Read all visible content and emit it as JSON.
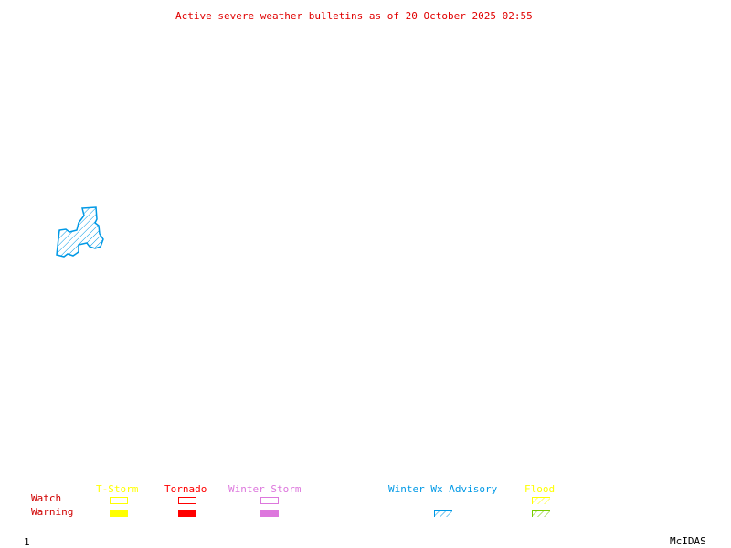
{
  "title": "Active severe weather bulletins as of 20 October 2025 02:55",
  "title_color": "#e00000",
  "map": {
    "regions": [
      {
        "name": "winter-wx-advisory-area",
        "category": "Winter Wx Advisory",
        "type": "Warning",
        "color": "#0099e6"
      }
    ]
  },
  "legend": {
    "row_labels": {
      "watch": "Watch",
      "warning": "Warning",
      "color": "#d00000"
    },
    "categories": [
      {
        "label": "T-Storm",
        "color": "#ffff00",
        "watch": "outline",
        "warning": "filled"
      },
      {
        "label": "Tornado",
        "color": "#ff0000",
        "watch": "outline",
        "warning": "filled"
      },
      {
        "label": "Winter Storm",
        "color": "#dd77dd",
        "watch": "outline",
        "warning": "filled"
      },
      {
        "label": "Winter Wx Advisory",
        "color": "#0099e6",
        "watch": null,
        "warning": "hatched"
      },
      {
        "label": "Flood",
        "color": "#ffff00",
        "watch": "hatched",
        "warning": "hatched",
        "warning_color": "#77cc00"
      }
    ]
  },
  "footer": {
    "frame_number": "1",
    "brand": "McIDAS"
  }
}
